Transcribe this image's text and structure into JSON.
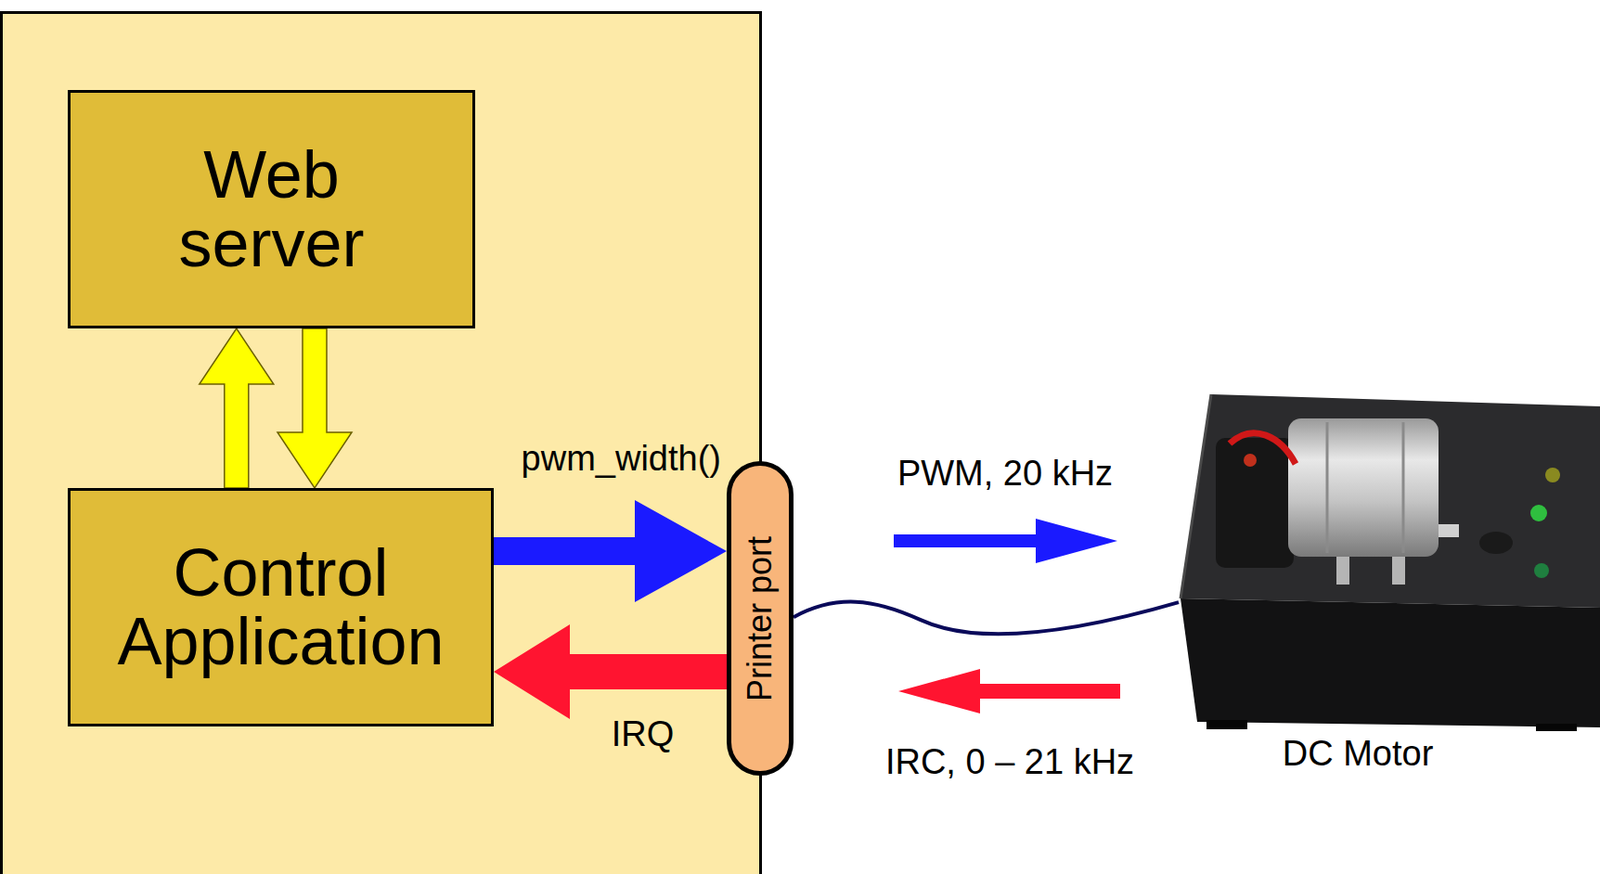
{
  "diagram": {
    "nodes": [
      {
        "text": [
          "Web server"
        ]
      },
      {
        "text": [
          "Control Application"
        ]
      },
      {
        "text": [
          "Printer port"
        ]
      },
      {
        "text": [
          "DC Motor"
        ]
      }
    ],
    "edges": [
      {
        "from": 1,
        "to": 0,
        "arrow": "to"
      },
      {
        "from": 0,
        "to": 1,
        "arrow": "to"
      },
      {
        "from": 1,
        "to": 2,
        "label": "pwm_width()",
        "arrow": "to"
      },
      {
        "from": 2,
        "to": 1,
        "label": "IRQ",
        "arrow": "to"
      },
      {
        "from": 2,
        "to": 3,
        "arrow": "none"
      }
    ],
    "labels": [
      "PWM, 20 kHz",
      "IRC, 0 – 21 kHz"
    ]
  }
}
